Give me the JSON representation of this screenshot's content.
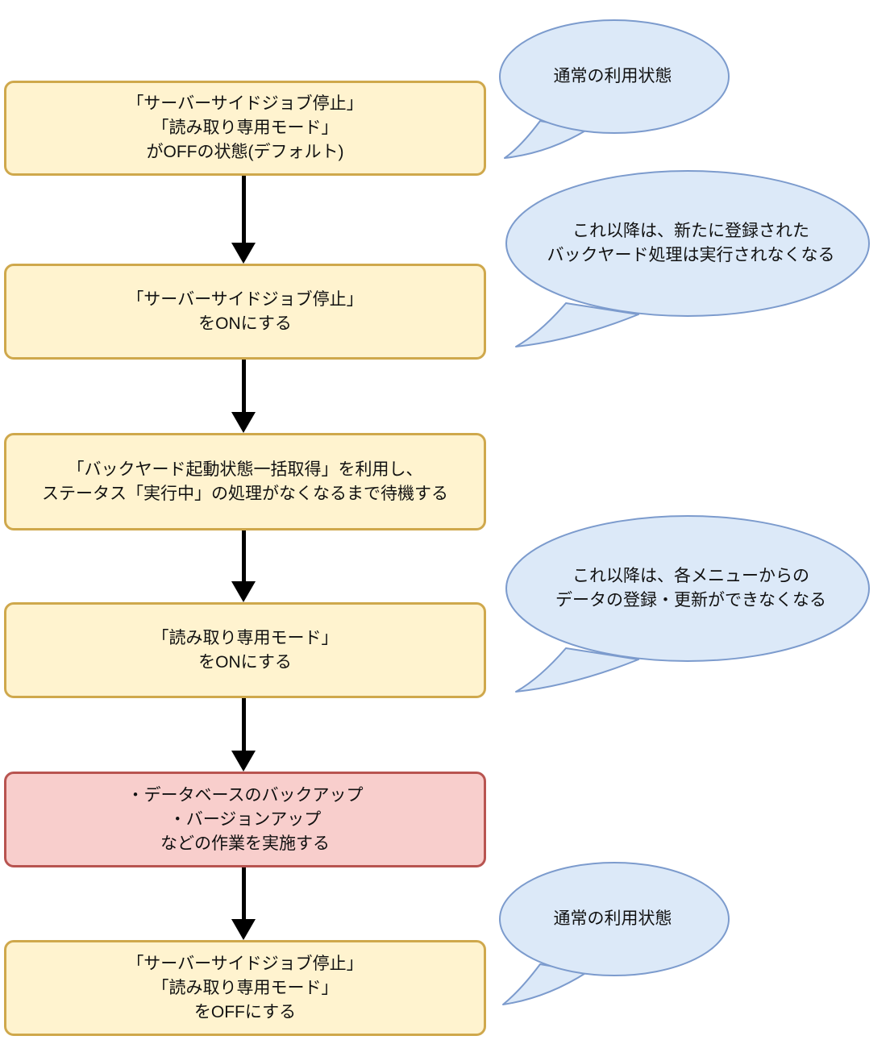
{
  "flowchart": {
    "title_hint": "server-side job stop / read-only mode maintenance flow",
    "colors": {
      "step_fill": "#fff3cf",
      "step_border": "#cfa84c",
      "highlight_fill": "#f8cecc",
      "highlight_border": "#b85450",
      "callout_fill": "#dce9f8",
      "callout_border": "#7c9bcd",
      "arrow": "#000000",
      "text": "#111111"
    },
    "steps": [
      {
        "type": "normal",
        "lines": [
          "「サーバーサイドジョブ停止」",
          "「読み取り専用モード」",
          "がOFFの状態(デフォルト)"
        ]
      },
      {
        "type": "normal",
        "lines": [
          "「サーバーサイドジョブ停止」",
          "をONにする"
        ]
      },
      {
        "type": "normal",
        "lines": [
          "「バックヤード起動状態一括取得」を利用し、",
          "ステータス「実行中」の処理がなくなるまで待機する"
        ]
      },
      {
        "type": "normal",
        "lines": [
          "「読み取り専用モード」",
          "をONにする"
        ]
      },
      {
        "type": "highlight",
        "lines": [
          "・データベースのバックアップ",
          "・バージョンアップ",
          "などの作業を実施する"
        ]
      },
      {
        "type": "normal",
        "lines": [
          "「サーバーサイドジョブ停止」",
          "「読み取り専用モード」",
          "をOFFにする"
        ]
      }
    ],
    "callouts": [
      {
        "lines": [
          "通常の利用状態"
        ]
      },
      {
        "lines": [
          "これ以降は、新たに登録された",
          "バックヤード処理は実行されなくなる"
        ]
      },
      {
        "lines": [
          "これ以降は、各メニューからの",
          "データの登録・更新ができなくなる"
        ]
      },
      {
        "lines": [
          "通常の利用状態"
        ]
      }
    ]
  }
}
